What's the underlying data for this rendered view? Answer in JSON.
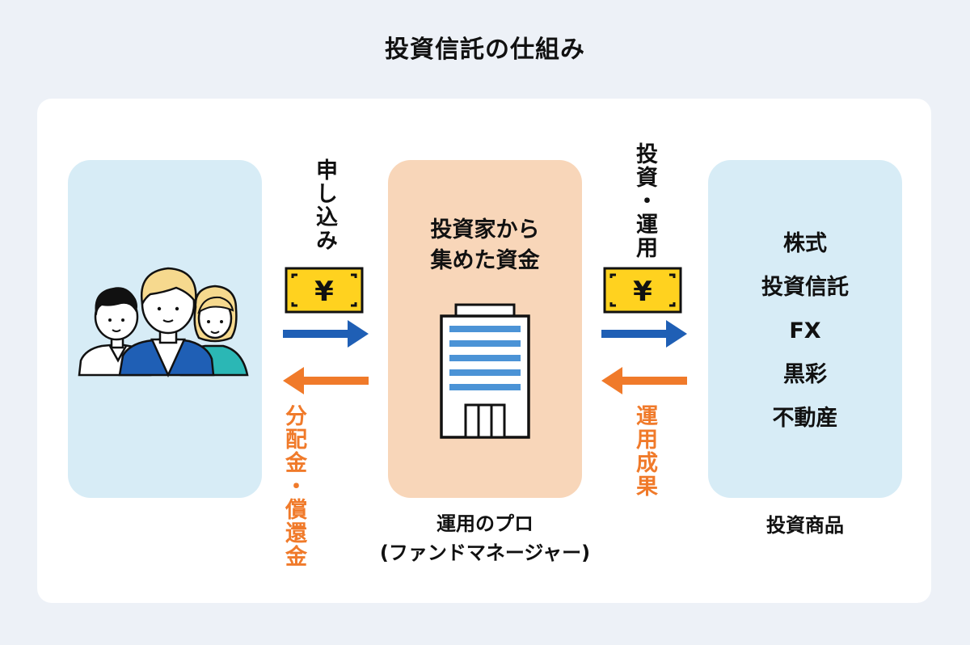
{
  "title": "投資信託の仕組み",
  "fund": {
    "box_lines": [
      "投資家から",
      "集めた資金"
    ],
    "caption_lines": [
      "運用のプロ",
      "(ファンドマネージャー)"
    ]
  },
  "products": {
    "items": [
      "株式",
      "投資信託",
      "FX",
      "黒彩",
      "不動産"
    ],
    "caption": "投資商品"
  },
  "flows": {
    "apply": "申し込み",
    "distribution_lines": [
      "分配金・",
      "償還金"
    ],
    "invest": "投資・運用",
    "result": "運用成果"
  },
  "yen_symbol": "¥",
  "colors": {
    "background": "#edf1f7",
    "card": "#ffffff",
    "light_blue_panel": "#d7ecf6",
    "peach_panel": "#f8d6b9",
    "blue_arrow": "#1f5fb5",
    "orange_arrow": "#f07a2a",
    "yen_yellow": "#ffd21f"
  }
}
